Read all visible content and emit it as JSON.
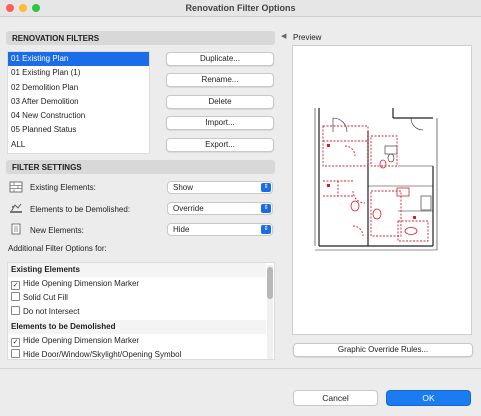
{
  "window": {
    "title": "Renovation Filter Options",
    "traffic_colors": [
      "#fe5f57",
      "#febc2e",
      "#28c840"
    ]
  },
  "renovation_filters": {
    "header": "RENOVATION FILTERS",
    "items": [
      "01 Existing Plan",
      "01 Existing Plan (1)",
      "02 Demolition Plan",
      "03 After Demolition",
      "04 New Construction",
      "05 Planned Status",
      "ALL"
    ],
    "selected_index": 0,
    "buttons": {
      "duplicate": "Duplicate...",
      "rename": "Rename...",
      "delete": "Delete",
      "import": "Import...",
      "export": "Export..."
    }
  },
  "filter_settings": {
    "header": "FILTER SETTINGS",
    "existing": {
      "label": "Existing Elements:",
      "value": "Show"
    },
    "demolished": {
      "label": "Elements to be Demolished:",
      "value": "Override"
    },
    "new": {
      "label": "New Elements:",
      "value": "Hide"
    },
    "additional_label": "Additional Filter Options for:"
  },
  "additional_options": {
    "existing_header": "Existing Elements",
    "existing_items": [
      {
        "label": "Hide Opening Dimension Marker",
        "checked": true
      },
      {
        "label": "Solid Cut Fill",
        "checked": false
      },
      {
        "label": "Do not Intersect",
        "checked": false
      }
    ],
    "demolished_header": "Elements to be Demolished",
    "demolished_items": [
      {
        "label": "Hide Opening Dimension Marker",
        "checked": true
      },
      {
        "label": "Hide Door/Window/Skylight/Opening Symbol",
        "checked": false
      }
    ]
  },
  "preview": {
    "label": "Preview",
    "graphic_override": "Graphic Override Rules..."
  },
  "footer": {
    "cancel": "Cancel",
    "ok": "OK"
  },
  "colors": {
    "accent": "#1a6ce8",
    "demolish_red": "#d4202a"
  }
}
